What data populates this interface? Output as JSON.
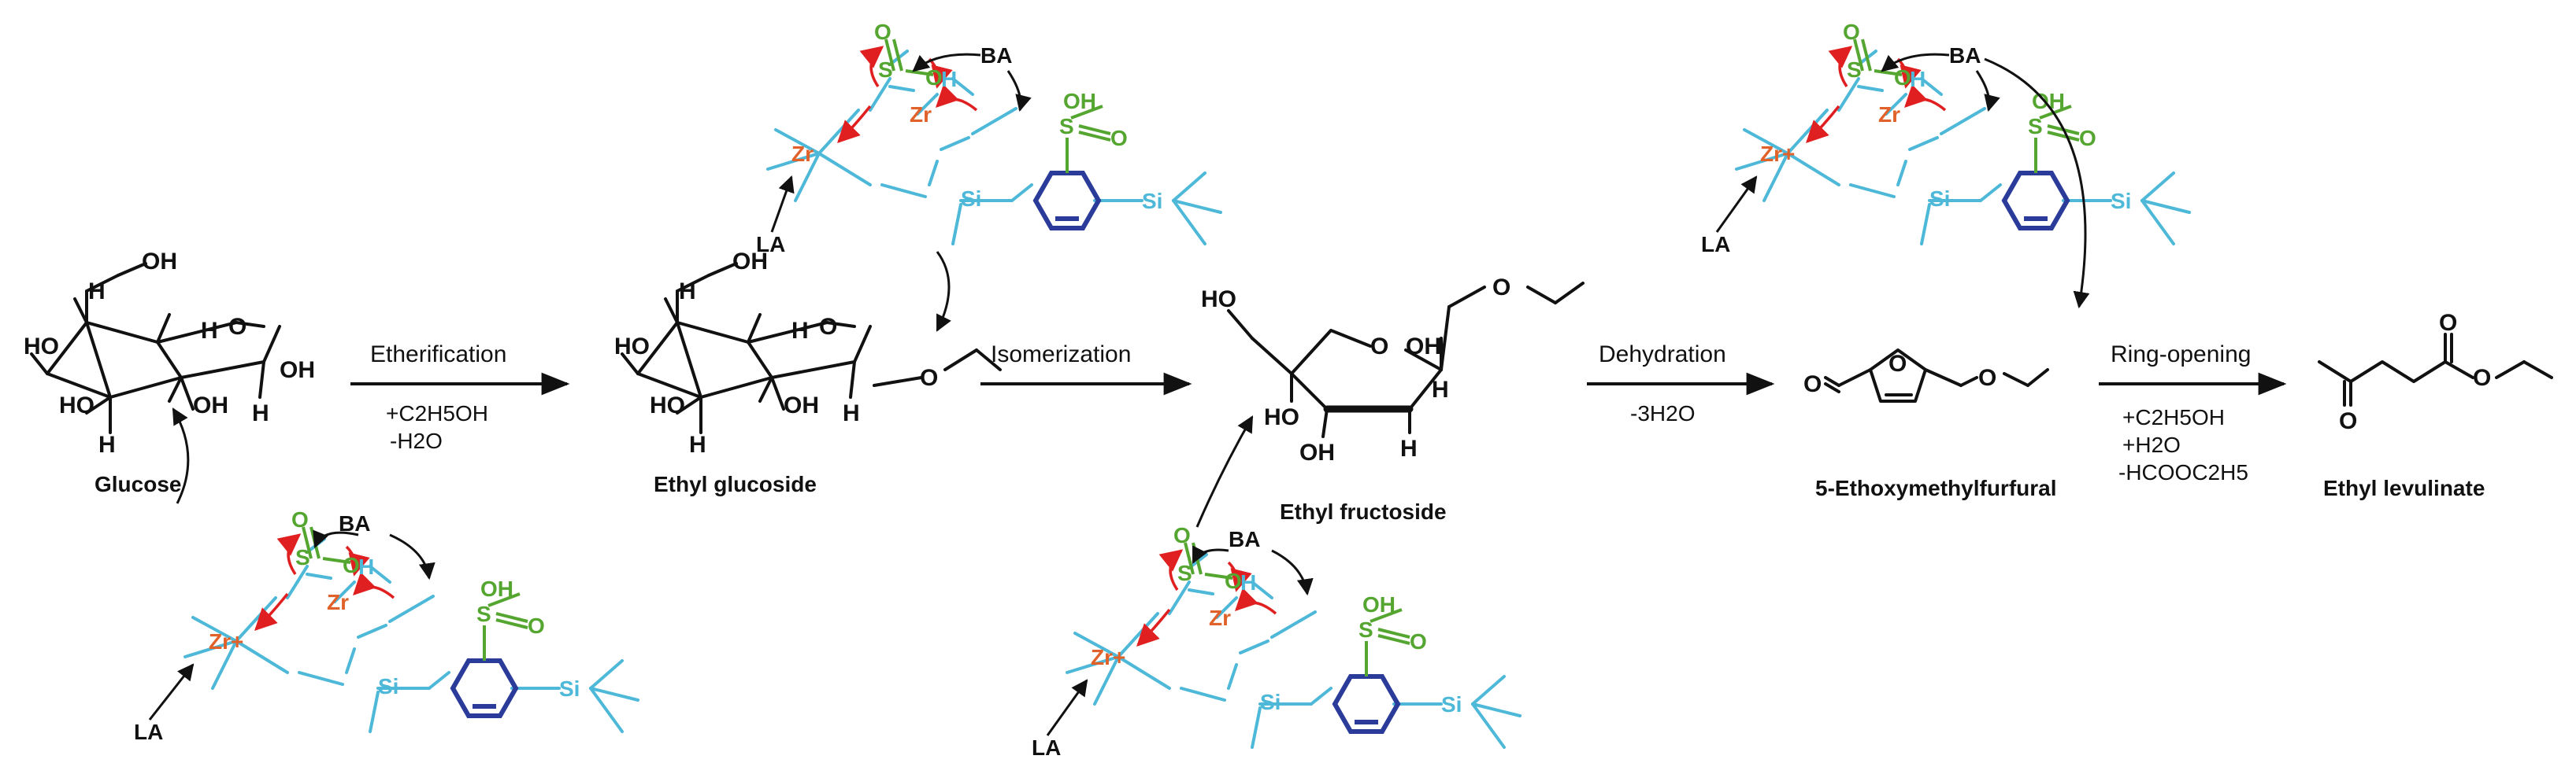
{
  "colors": {
    "bond": "#111111",
    "support": "#4db8d8",
    "sulfonic": "#55a630",
    "zirconium": "#e0622a",
    "arrow_red": "#e02020",
    "benzene": "#2a3b9a"
  },
  "compounds": {
    "glucose": "Glucose",
    "ethyl_glucoside": "Ethyl glucoside",
    "ethyl_fructoside": "Ethyl fructoside",
    "emf": "5-Ethoxymethylfurfural",
    "ethyl_levulinate": "Ethyl levulinate"
  },
  "steps": {
    "etherification": {
      "label": "Etherification",
      "conditions": [
        "+C2H5OH",
        "-H2O"
      ]
    },
    "isomerization": {
      "label": "Isomerization"
    },
    "dehydration": {
      "label": "Dehydration",
      "conditions": [
        "-3H2O"
      ]
    },
    "ring_opening": {
      "label": "Ring-opening",
      "conditions": [
        "+C2H5OH",
        "+H2O",
        "-HCOOC2H5"
      ]
    }
  },
  "catalyst": {
    "brønsted_acid": "BA",
    "lewis_acid": "LA",
    "zr": "Zr",
    "zr_plus": "Zr+",
    "si": "Si",
    "s": "S",
    "o": "O",
    "oh": "OH",
    "h": "H"
  },
  "atoms": {
    "oh": "OH",
    "ho": "HO",
    "h": "H",
    "o": "O"
  }
}
